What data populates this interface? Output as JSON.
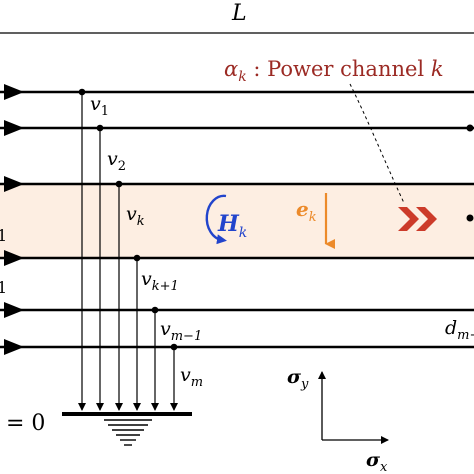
{
  "diagram": {
    "length_label": "L",
    "channel_annotation": {
      "symbol": "α",
      "subscript": "k",
      "text": " : Power channel ",
      "index": "k"
    },
    "v_labels": [
      {
        "base": "v",
        "sub": "1"
      },
      {
        "base": "v",
        "sub": "2"
      },
      {
        "base": "v",
        "sub": "k"
      },
      {
        "base": "v",
        "sub": "k+1"
      },
      {
        "base": "v",
        "sub": "m−1"
      },
      {
        "base": "v",
        "sub": "m"
      }
    ],
    "H_label": {
      "base": "H",
      "sub": "k"
    },
    "e_label": {
      "base": "e",
      "sub": "k"
    },
    "ground_label": "= 0",
    "left_edge_marks": [
      "1",
      "1"
    ],
    "right_edge_label": {
      "base": "d",
      "sub": "m−"
    },
    "axes": {
      "y_label": {
        "base": "σ",
        "sub": "y"
      },
      "x_label": {
        "base": "σ",
        "sub": "x"
      }
    },
    "colors": {
      "line": "#000000",
      "band_fill": "#fdeee2",
      "annotation": "#9b2a24",
      "h_arrow": "#2244cc",
      "e_arrow": "#ec8a2a",
      "chevrons": "#cc3b2a"
    }
  }
}
